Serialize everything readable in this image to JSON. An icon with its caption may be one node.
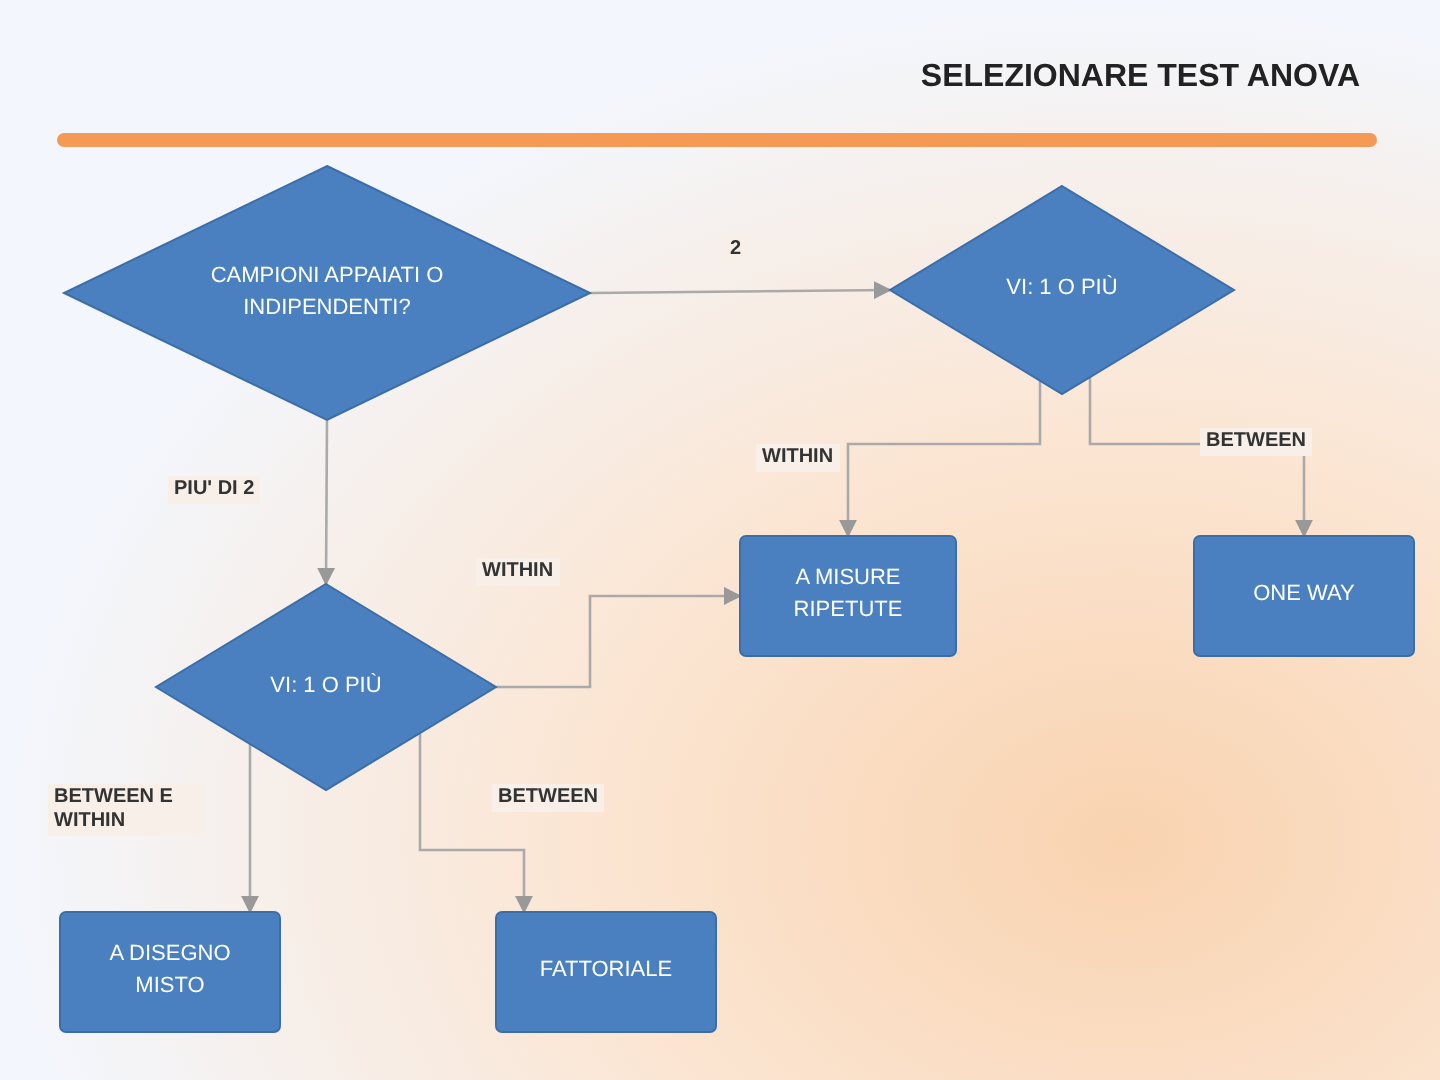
{
  "diagram": {
    "title": "SELEZIONARE TEST ANOVA",
    "nodes": [
      {
        "text": [
          "CAMPIONI APPAIATI O INDIPENDENTI?"
        ]
      },
      {
        "text": [
          "VI: 1 O PIÙ"
        ]
      },
      {
        "text": [
          "VI: 1 O PIÙ"
        ]
      },
      {
        "text": [
          "A MISURE RIPETUTE"
        ]
      },
      {
        "text": [
          "ONE WAY"
        ]
      },
      {
        "text": [
          "A DISEGNO MISTO"
        ]
      },
      {
        "text": [
          "FATTORIALE"
        ]
      }
    ],
    "edges": [
      {
        "from": 0,
        "to": 1,
        "arrow": "to",
        "label": "2"
      },
      {
        "from": 0,
        "to": 2,
        "arrow": "to",
        "label": "PIU' DI 2"
      },
      {
        "from": 1,
        "to": 3,
        "arrow": "to",
        "label": "WITHIN"
      },
      {
        "from": 1,
        "to": 4,
        "arrow": "to",
        "label": "BETWEEN"
      },
      {
        "from": 2,
        "to": 3,
        "arrow": "to",
        "label": "WITHIN"
      },
      {
        "from": 2,
        "to": 5,
        "arrow": "to",
        "label": "BETWEEN E WITHIN"
      },
      {
        "from": 2,
        "to": 6,
        "arrow": "to",
        "label": "BETWEEN"
      }
    ]
  }
}
